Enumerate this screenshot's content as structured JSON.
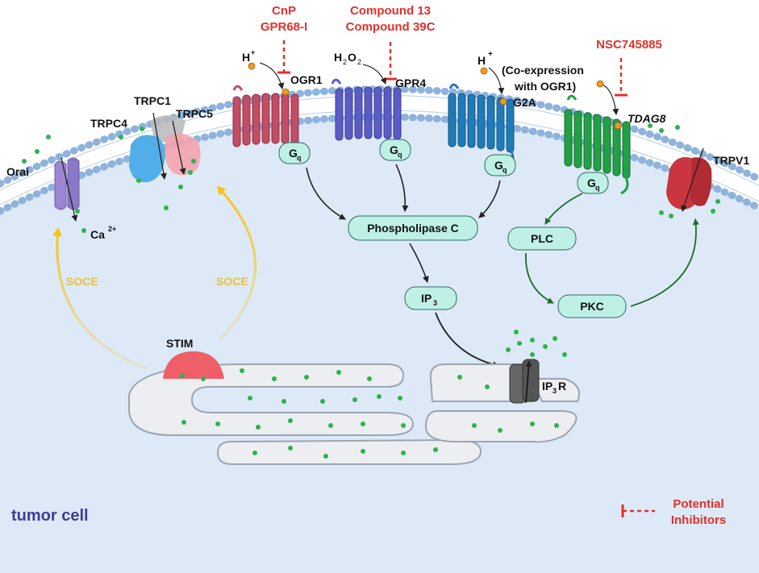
{
  "inhibitors": {
    "ogr1": [
      "CnP",
      "GPR68-I"
    ],
    "gpr4": [
      "Compound 13",
      "Compound 39C"
    ],
    "tdag8": "NSC745885"
  },
  "ligands": {
    "h_plus_1": "H",
    "h_plus_2": "H",
    "sup_plus": "+",
    "h2o2_h": "H",
    "h2o2_o": "O",
    "sub_2": "2",
    "coexpression_line1": "(Co-expression",
    "coexpression_line2": "with OGR1)"
  },
  "receptors": {
    "ogr1": "OGR1",
    "gpr4": "GPR4",
    "g2a": "G2A",
    "tdag8": "TDAG8"
  },
  "channels": {
    "trpc1": "TRPC1",
    "trpc4": "TRPC4",
    "trpc5": "TRPC5",
    "orai": "Orai",
    "trpv1": "TRPV1",
    "ip3r_ip": "IP",
    "ip3r_sub": "3",
    "ip3r_r": "R"
  },
  "ions": {
    "ca": "Ca",
    "ca_sup": "2+"
  },
  "g_protein": {
    "g": "G",
    "q": "q"
  },
  "nodes": {
    "plc_main": "Phospholipase C",
    "ip3_ip": "IP",
    "ip3_sub": "3",
    "plc": "PLC",
    "pkc": "PKC"
  },
  "er": {
    "stim": "STIM",
    "soce_left": "SOCE",
    "soce_right": "SOCE"
  },
  "cell_label": "tumor cell",
  "legend": {
    "line1": "Potential",
    "line2": "Inhibitors"
  },
  "colors": {
    "cytoplasm": "#dde9f6",
    "membrane_head": "#8fb3dc",
    "ogr1": "#c24d64",
    "gpr4": "#5a5bc4",
    "g2a": "#1f7ab8",
    "tdag8": "#22a046",
    "trpv1": "#c9363f",
    "orai": "#9a86d2",
    "trpc": "#52aee8",
    "stim": "#ef5f68",
    "inhibitor": "#e0312c",
    "soce": "#f2c518",
    "er_fill": "#eceef2",
    "ca_dot": "#2fb24e",
    "proton": "#ee9a22"
  }
}
